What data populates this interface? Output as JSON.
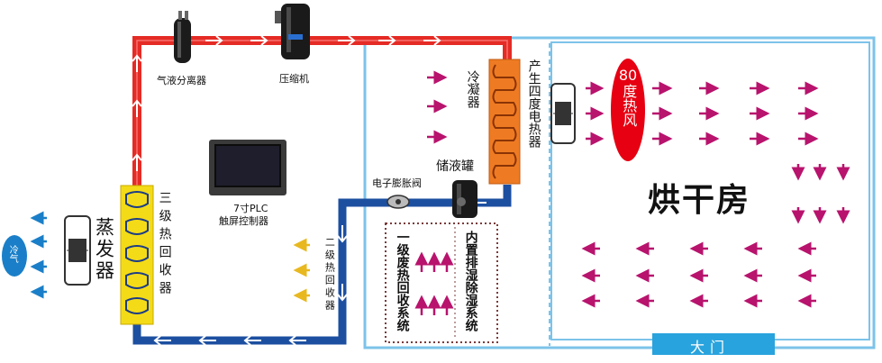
{
  "labels": {
    "separator": "气液分离器",
    "compressor": "压缩机",
    "plc": "7寸PLC",
    "plc_sub": "触屏控制器",
    "condenser": "冷凝器",
    "heater": "产生四度电热器",
    "receiver": "储液罐",
    "expansion_valve": "电子膨胀阀",
    "evaporator": "蒸发器",
    "recovery3": "三级热回收器",
    "recovery2": "二级热回收器",
    "recovery1": "一级废热回收系统",
    "dehumid": "内置排湿除湿系统",
    "hot_air_top": "80",
    "hot_air_rest": "度热风",
    "room": "烘干房",
    "door": "大门",
    "cold": "冷气"
  },
  "colors": {
    "hot_pipe": "#e52b25",
    "cold_pipe": "#1c4fa0",
    "room_border": "#7cc3ea",
    "arrow_magenta": "#b8136d",
    "arrow_yellow": "#e8b820",
    "arrow_blue": "#1a7fc8",
    "red_oval": "#e60012",
    "door_bg": "#29a3dd"
  }
}
